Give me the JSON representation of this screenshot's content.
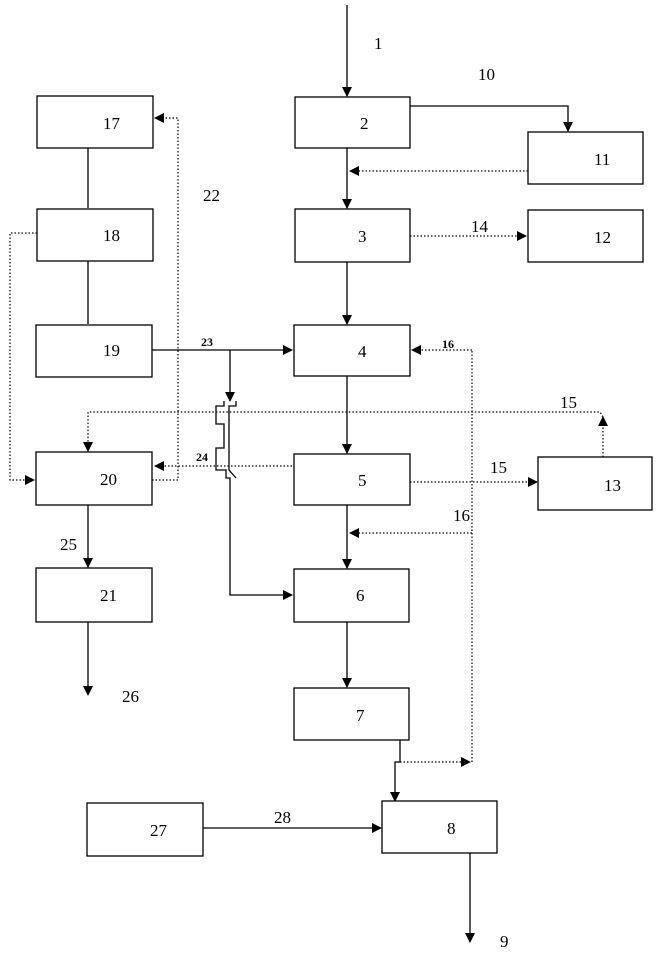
{
  "boxes": {
    "b2": "2",
    "b3": "3",
    "b4": "4",
    "b5": "5",
    "b6": "6",
    "b7": "7",
    "b8": "8",
    "b11": "11",
    "b12": "12",
    "b13": "13",
    "b17": "17",
    "b18": "18",
    "b19": "19",
    "b20": "20",
    "b21": "21",
    "b27": "27"
  },
  "labels": {
    "l1": "1",
    "l9": "9",
    "l10": "10",
    "l14": "14",
    "l15a": "15",
    "l15b": "15",
    "l16a": "16",
    "l16b": "16",
    "l22": "22",
    "l23": "23",
    "l24": "24",
    "l25": "25",
    "l26": "26",
    "l28": "28"
  }
}
